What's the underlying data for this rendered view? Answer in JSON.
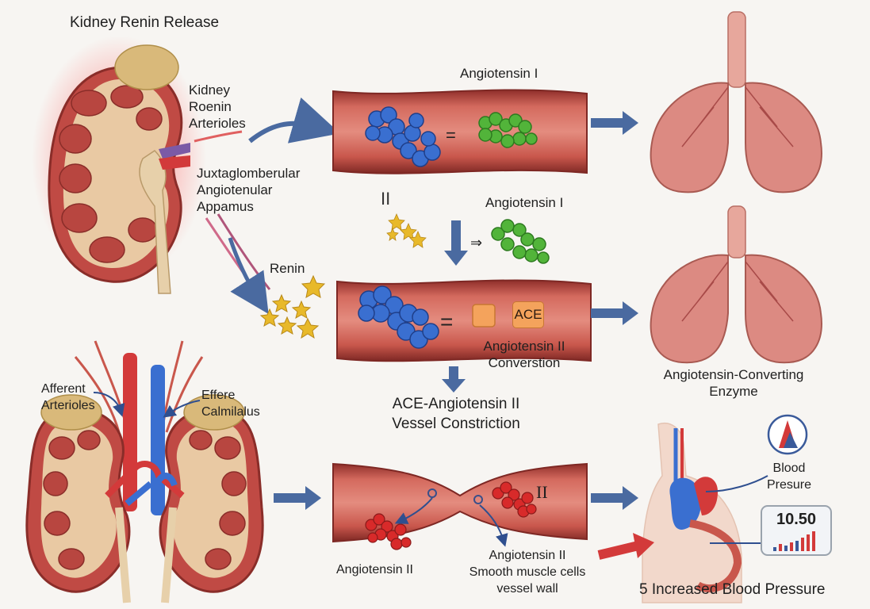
{
  "labels": {
    "title": "Kidney Renin Release",
    "kidney_top": "Kidney\nRoenin\nArterioles",
    "juxta": "Juxtaglomberular\nAngiotenular\nAppamus",
    "renin": "Renin",
    "angiotensin_i_top": "Angiotensin I",
    "angiotensin_i_mid": "Angiotensin I",
    "ace": "ACE",
    "conversion": "Angiotensin II\nConverstion",
    "ace_angiotensin": "ACE-Angiotensin II\nVessel Constriction",
    "enzyme": "Angiotensin-Converting\nEnzyme",
    "afferent": "Afferent\nArterioles",
    "efferent": "Effere\nCalmilalus",
    "angiotensin_ii_bottom": "Angiotensin II",
    "smooth_muscle": "Angiotensin II\nSmooth muscle cells\nvessel wall",
    "roman_two": "II",
    "blood_pressure": "Blood\nPresure",
    "bp_value": "10.50",
    "increased": "5 Increased Blood Pressure"
  },
  "colors": {
    "vessel": "#c9574c",
    "vessel_dark": "#8f2e2a",
    "arrow": "#4a6aa0",
    "molecule_blue": "#3a6fd0",
    "molecule_green": "#52b43a",
    "molecule_red": "#d82a2a",
    "lung": "#dc8a82",
    "star": "#e8b92a"
  },
  "icons": [
    "kidney-icon",
    "lungs-icon",
    "blood-vessel-icon",
    "molecule-icon",
    "star-icon",
    "human-torso-icon",
    "blood-pressure-monitor-icon",
    "logo-icon"
  ]
}
